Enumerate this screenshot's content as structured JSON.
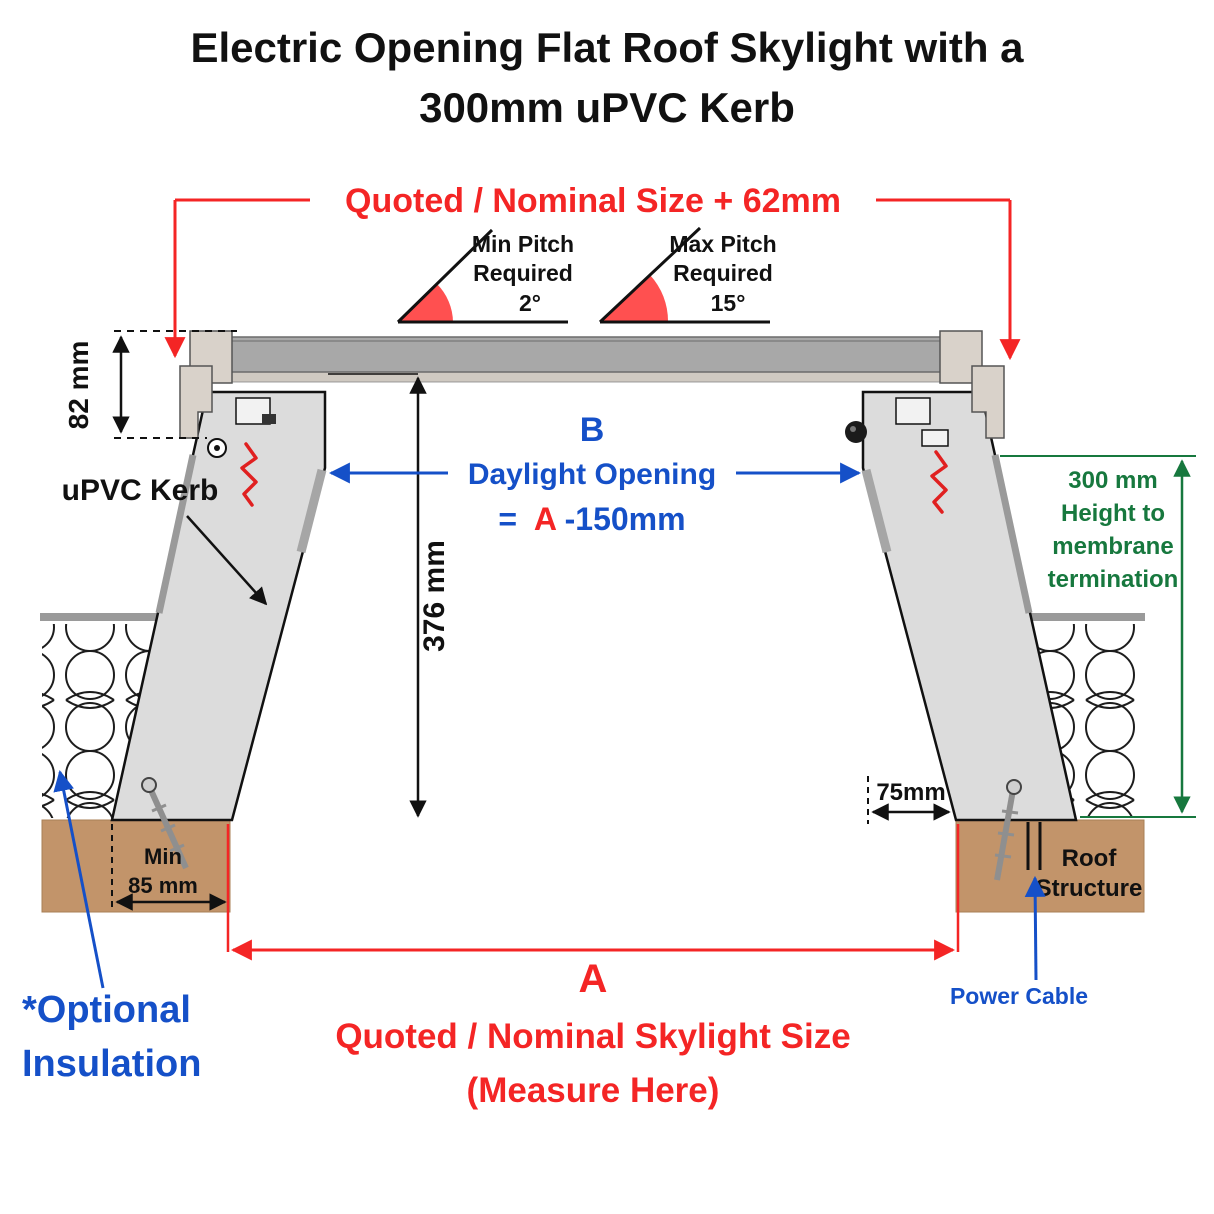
{
  "title": {
    "line1": "Electric Opening Flat Roof Skylight with a",
    "line2": "300mm uPVC Kerb"
  },
  "top_dimension": {
    "label": "Quoted / Nominal Size + 62mm"
  },
  "pitch_indicators": {
    "min": {
      "line1": "Min Pitch",
      "line2": "Required",
      "value": "2°"
    },
    "max": {
      "line1": "Max Pitch",
      "line2": "Required",
      "value": "15°"
    }
  },
  "side_dimensions": {
    "frame_height": "82 mm",
    "kerb_height": "376 mm",
    "kerb_base_width": "75mm",
    "min_bearing_line1": "Min",
    "min_bearing_line2": "85 mm"
  },
  "daylight": {
    "letter": "B",
    "label": "Daylight Opening",
    "formula_prefix": "=",
    "formula_a": "A",
    "formula_suffix": "-150mm"
  },
  "membrane_dimension": {
    "line1": "300 mm",
    "line2": "Height to",
    "line3": "membrane",
    "line4": "termination"
  },
  "labels": {
    "kerb": "uPVC Kerb",
    "roof_line1": "Roof",
    "roof_line2": "Structure",
    "power_cable": "Power Cable",
    "insulation_line1": "*Optional",
    "insulation_line2": "Insulation"
  },
  "bottom_dimension": {
    "letter": "A",
    "line1": "Quoted / Nominal Skylight Size",
    "line2": "(Measure Here)"
  },
  "colors": {
    "red": "#f42525",
    "blue": "#1550c8",
    "green": "#17783e",
    "black": "#111111",
    "kerb_gray": "#dcdcdc",
    "glazing_gray": "#a8a8a8",
    "frame_beige": "#d9d2ca",
    "wood_brown": "#c2946a"
  }
}
